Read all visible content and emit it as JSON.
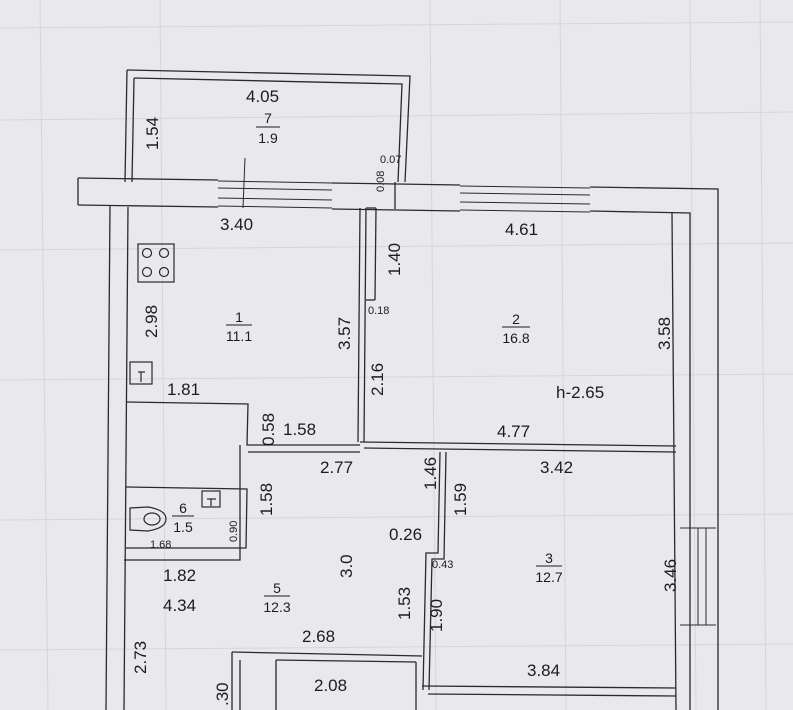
{
  "plan": {
    "height_label": "h-2.65",
    "rooms": [
      {
        "id": "7",
        "number": "7",
        "area": "1.9"
      },
      {
        "id": "1",
        "number": "1",
        "area": "11.1"
      },
      {
        "id": "2",
        "number": "2",
        "area": "16.8"
      },
      {
        "id": "6",
        "number": "6",
        "area": "1.5"
      },
      {
        "id": "5",
        "number": "5",
        "area": "12.3"
      },
      {
        "id": "3",
        "number": "3",
        "area": "12.7"
      }
    ],
    "dimensions": [
      "4.05",
      "1.54",
      "0.08",
      "0.07",
      "3.40",
      "4.61",
      "1.40",
      "0.18",
      "2.98",
      "3.57",
      "2.16",
      "3.58",
      "1.81",
      "0.58",
      "1.58",
      "4.77",
      "2.77",
      "1.46",
      "3.42",
      "1.58",
      "1.59",
      "0.90",
      "1.68",
      "3.0",
      "0.26",
      "0.43",
      "3.46",
      "1.82",
      "4.34",
      "1.53",
      "1.90",
      "2.73",
      "2.68",
      "3.84",
      ".30",
      "2.08"
    ]
  },
  "colors": {
    "paper": "#e9e9eb",
    "grid": "#d8d8dc",
    "line": "#2a2a2e",
    "text": "#1c1c1e"
  }
}
